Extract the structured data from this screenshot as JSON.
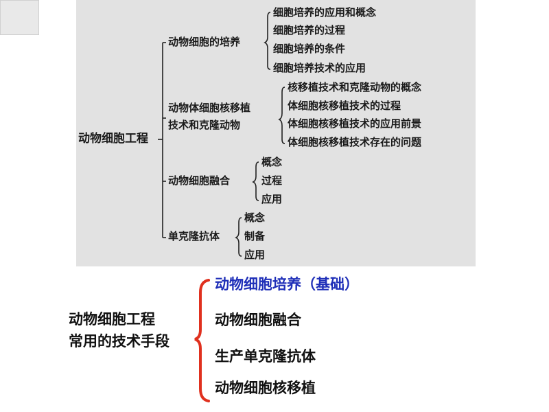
{
  "diagram": {
    "root": "动物细胞工程",
    "branches": [
      {
        "label_lines": [
          "动物细胞的培养"
        ],
        "children": [
          "细胞培养的应用和概念",
          "细胞培养的过程",
          "细胞培养的条件",
          "细胞培养技术的应用"
        ]
      },
      {
        "label_lines": [
          "动物体细胞核移植",
          "技术和克隆动物"
        ],
        "children": [
          "核移植技术和克隆动物的概念",
          "体细胞核移植技术的过程",
          "体细胞核移植技术的应用前景",
          "体细胞核移植技术存在的问题"
        ]
      },
      {
        "label_lines": [
          "动物细胞融合"
        ],
        "children": [
          "概念",
          "过程",
          "应用"
        ]
      },
      {
        "label_lines": [
          "单克隆抗体"
        ],
        "children": [
          "概念",
          "制备",
          "应用"
        ]
      }
    ]
  },
  "summary": {
    "label_lines": [
      "动物细胞工程",
      "常用的技术手段"
    ],
    "methods": [
      "动物细胞培养（基础）",
      "动物细胞融合",
      "生产单克隆抗体",
      "动物细胞核移植"
    ],
    "brace_color": "#e0301e",
    "highlight_color": "#1f2fb8"
  }
}
